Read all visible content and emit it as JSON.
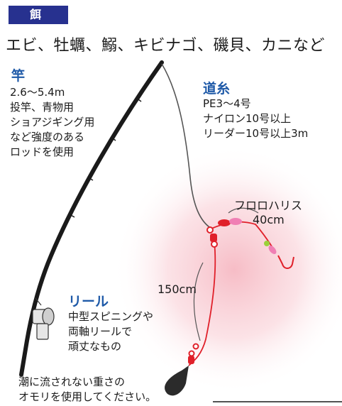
{
  "header": {
    "tag": "餌",
    "bait": "エビ、牡蠣、鰯、キビナゴ、磯貝、カニなど"
  },
  "rod": {
    "title": "竿",
    "lines": [
      "2.6～5.4m",
      "投竿、青物用",
      "ショアジギング用",
      "など強度のある",
      "ロッドを使用"
    ]
  },
  "mainline": {
    "title": "道糸",
    "lines": [
      "PE3～4号",
      "ナイロン10号以上",
      "リーダー10号以上3m"
    ]
  },
  "reel": {
    "title": "リール",
    "lines": [
      "中型スピニングや",
      "両軸リールで",
      "頑丈なもの"
    ]
  },
  "leader_label": "フロロハリス",
  "leader_length": "40cm",
  "branch_length": "150cm",
  "sinker_note": [
    "潮に流されない重さの",
    "オモリを使用してください。"
  ],
  "colors": {
    "tag_bg": "#27318f",
    "heading": "#1f5aa8",
    "line_red": "#e0202a",
    "float_pink": "#f07fb4",
    "bead_green": "#9bd13a"
  }
}
